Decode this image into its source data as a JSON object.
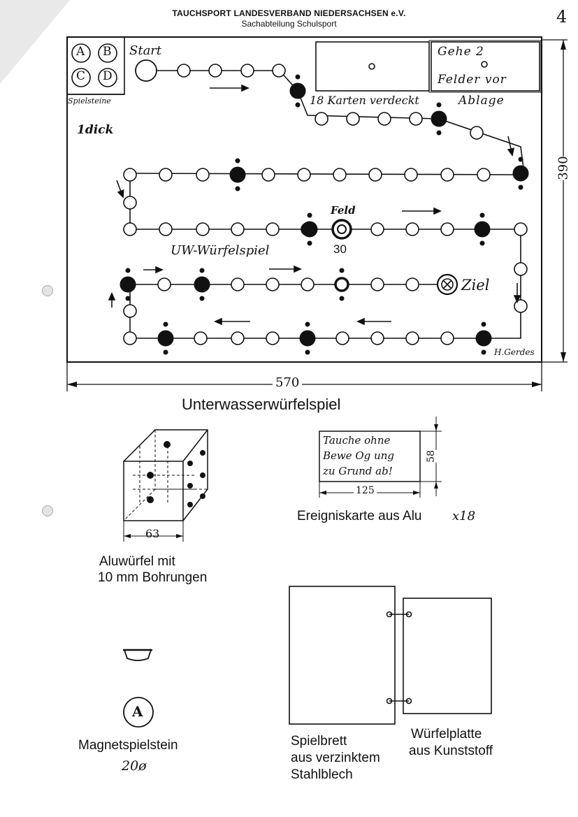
{
  "page": {
    "number": "4"
  },
  "header": {
    "line1": "TAUCHSPORT LANDESVERBAND NIEDERSACHSEN e.V.",
    "line2": "Sachabteilung Schulsport"
  },
  "board": {
    "title": "Unterwasserwürfelspiel",
    "labels": {
      "spielsteine": "Spielsteine",
      "start": "Start",
      "karten": "18 Karten verdeckt",
      "ablage": "Ablage",
      "gehe": "Gehe 2",
      "felder_vor": "Felder vor",
      "dick": "1dick",
      "feld": "Feld",
      "feld_num": "30",
      "uw": "UW-Würfelspiel",
      "ziel": "Ziel",
      "author": "H.Gerdes"
    },
    "pieces": [
      "A",
      "B",
      "C",
      "D"
    ],
    "dimensions": {
      "width": "570",
      "height": "390"
    }
  },
  "cube": {
    "caption_line1": "Aluwürfel mit",
    "caption_line2": "10 mm Bohrungen",
    "dim": "63"
  },
  "card": {
    "text_line1": "Tauche ohne",
    "text_line2": "Bewe Og ung",
    "text_line3": "zu Grund ab!",
    "dim_w": "125",
    "dim_h": "58",
    "caption": "Ereigniskarte aus Alu",
    "count": "x18"
  },
  "magnet": {
    "letter": "A",
    "caption": "Magnetspielstein",
    "dim": "20ø"
  },
  "plates": {
    "left_line1": "Spielbrett",
    "left_line2": "aus verzinktem",
    "left_line3": "Stahlblech",
    "right_line1": "Würfelplatte",
    "right_line2": "aus Kunststoff"
  }
}
